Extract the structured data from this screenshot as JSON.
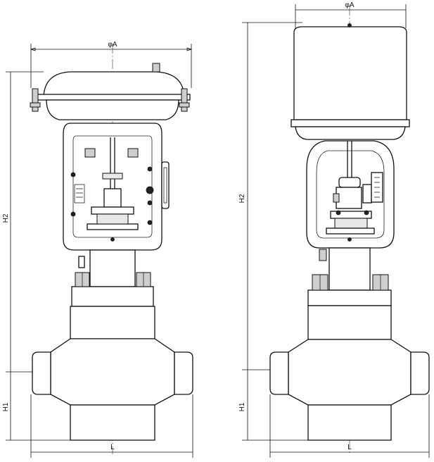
{
  "left_valve": {
    "label_top": "φA",
    "label_height_total": "H2",
    "label_height_lower": "H1",
    "label_length": "L"
  },
  "right_valve": {
    "label_top": "φA",
    "label_height_total": "H2",
    "label_height_lower": "H1",
    "label_length": "L"
  }
}
